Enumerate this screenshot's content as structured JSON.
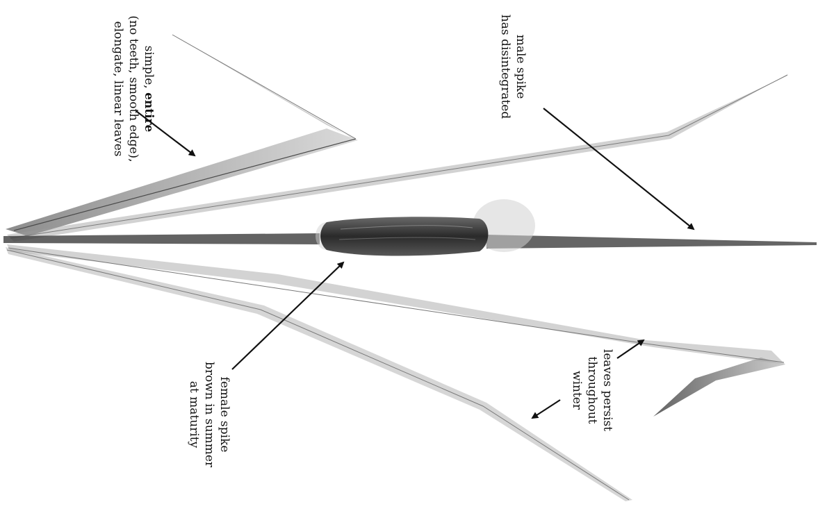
{
  "labels": {
    "leaves": {
      "line1_prefix": "simple, ",
      "line1_bold": "entire",
      "line2": "(no teeth, smooth edge),",
      "line3": "elongate, linear leaves"
    },
    "male_spike": {
      "line1": "male spike",
      "line2": "has disintegrated"
    },
    "female_spike": {
      "line1": "female spike",
      "line2": "brown in summer",
      "line3": "at maturity"
    },
    "leaves_persist": {
      "line1": "leaves persist",
      "line2": "throughout",
      "line3": "winter"
    }
  },
  "colors": {
    "ink": "#111111",
    "leaf_stroke": "#5a5a5a",
    "spike_dark": "#3a3a3a",
    "background": "#ffffff"
  }
}
